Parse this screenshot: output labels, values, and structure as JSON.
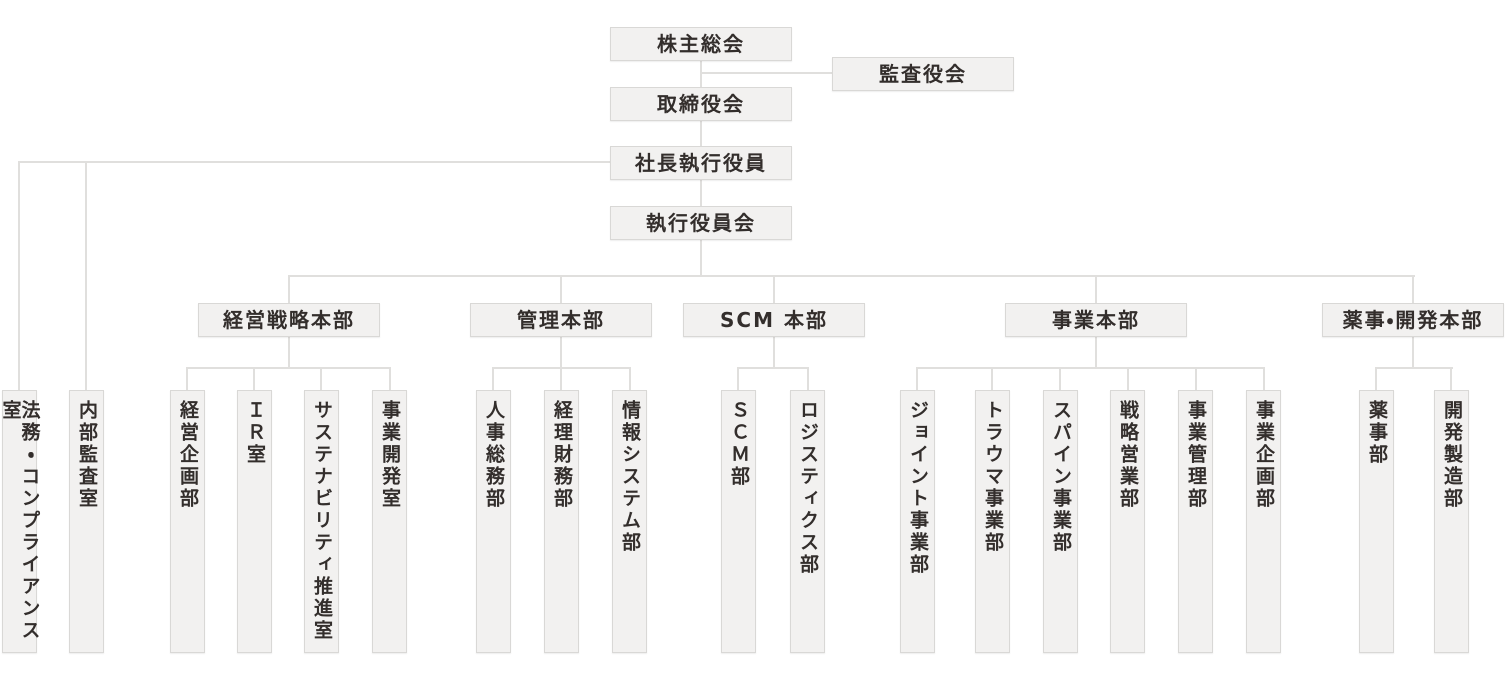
{
  "colors": {
    "background": "#ffffff",
    "box_fill": "#f2f1f0",
    "box_border": "#d9d8d6",
    "connector_line": "#e0dfdd",
    "text": "#332e2c"
  },
  "governance": {
    "shareholders_meeting": "株主総会",
    "audit_board": "監査役会",
    "board_of_directors": "取締役会",
    "president_executive_officer": "社長執行役員",
    "executive_officers_meeting": "執行役員会"
  },
  "president_staff": [
    {
      "label": "法務・コンプライアンス室"
    },
    {
      "label": "内部監査室"
    }
  ],
  "divisions": [
    {
      "label": "経営戦略本部",
      "departments": [
        "経営企画部",
        "ＩＲ室",
        "サステナビリティ推進室",
        "事業開発室"
      ]
    },
    {
      "label": "管理本部",
      "departments": [
        "人事総務部",
        "経理財務部",
        "情報システム部"
      ]
    },
    {
      "label": "SCM 本部",
      "departments": [
        "ＳＣＭ部",
        "ロジスティクス部"
      ]
    },
    {
      "label": "事業本部",
      "departments": [
        "ジョイント事業部",
        "トラウマ事業部",
        "スパイン事業部",
        "戦略営業部",
        "事業管理部",
        "事業企画部"
      ]
    },
    {
      "label": "薬事・開発本部",
      "departments": [
        "薬事部",
        "開発製造部"
      ]
    }
  ]
}
